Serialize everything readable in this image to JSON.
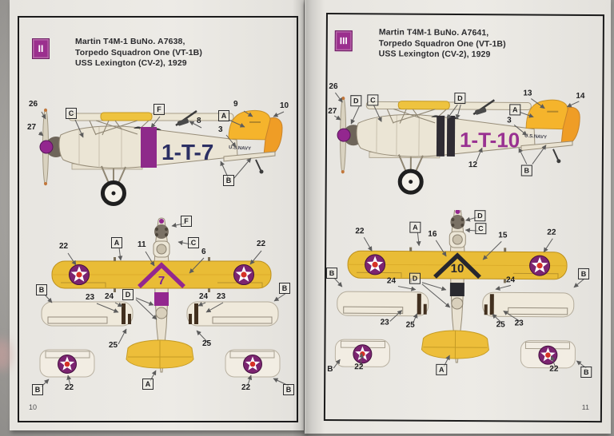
{
  "colors": {
    "accent_purple": "#9b2f8e",
    "band_left": "#8e2a8a",
    "band_right": "#2f2c33",
    "code_left": "#2b2f63",
    "code_right": "#993191",
    "wing_yellow": "#e9bc36",
    "tail_yellow": "#f3b42c",
    "roundel_ring": "#7c2470",
    "roundel_center": "#d63226",
    "chevron_left": "#93278f",
    "chevron_right": "#26262e"
  },
  "left": {
    "variant": "II",
    "title_lines": [
      "Martin T4M-1 BuNo. A7638,",
      "Torpedo Squadron One (VT-1B)",
      "USS Lexington (CV-2), 1929"
    ],
    "page_number": "10",
    "side": {
      "c26": "26",
      "c27": "27",
      "boxC": "C",
      "boxF": "F",
      "n8": "8",
      "n9": "9",
      "n10": "10",
      "boxA": "A",
      "n3": "3",
      "boxB": "B",
      "fuselage_code": "1-T-7",
      "navy_text": "U.S.NAVY"
    },
    "top": {
      "boxF": "F",
      "boxC": "C",
      "boxA": "A",
      "n11": "11",
      "n6": "6",
      "n22": "22",
      "wing_number": "7",
      "boxB": "B",
      "n23": "23",
      "n24": "24",
      "boxD": "D",
      "n25": "25"
    }
  },
  "right": {
    "variant": "III",
    "title_lines": [
      "Martin T4M-1 BuNo. A7641,",
      "Torpedo Squadron One (VT-1B)",
      "USS Lexington (CV-2), 1929"
    ],
    "page_number": "11",
    "side": {
      "c26": "26",
      "c27": "27",
      "boxD": "D",
      "boxC": "C",
      "boxD2": "D",
      "n13": "13",
      "n14": "14",
      "boxA": "A",
      "n3": "3",
      "n12": "12",
      "boxB": "B",
      "fuselage_code": "1-T-10",
      "navy_text": "U.S.NAVY"
    },
    "top": {
      "boxD": "D",
      "boxC": "C",
      "boxA": "A",
      "n16": "16",
      "n15": "15",
      "n22": "22",
      "wing_number": "10",
      "boxB": "B",
      "n23": "23",
      "n24": "24",
      "n25": "25",
      "boxD2": "D"
    }
  }
}
